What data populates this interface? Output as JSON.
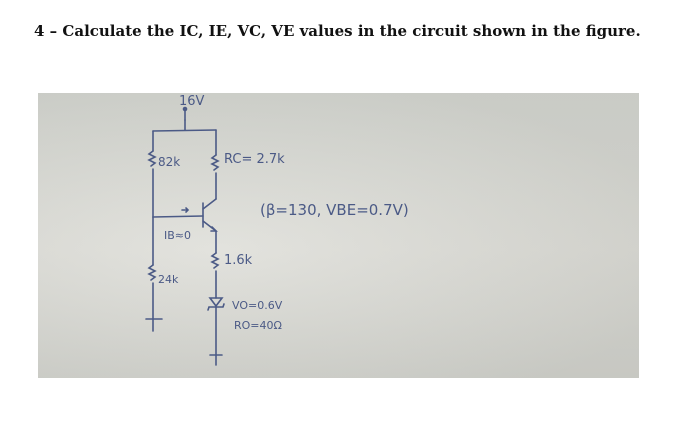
{
  "question": {
    "number": "4 –",
    "text": "Calculate  the  IC, IE, VC, VE values in the circuit shown in the figure."
  },
  "figure": {
    "supply_label": "16V",
    "r1_label": "82k",
    "rc_label": "RC= 2.7k",
    "params_label": "(β=130, VBE=0.7V)",
    "ib_label": "IB≈0",
    "r2_label": "24k",
    "re_label": "1.6k",
    "zener_v_label": "VO=0.6V",
    "zener_r_label": "RO=40Ω",
    "ink_color": "#4b5a86"
  }
}
